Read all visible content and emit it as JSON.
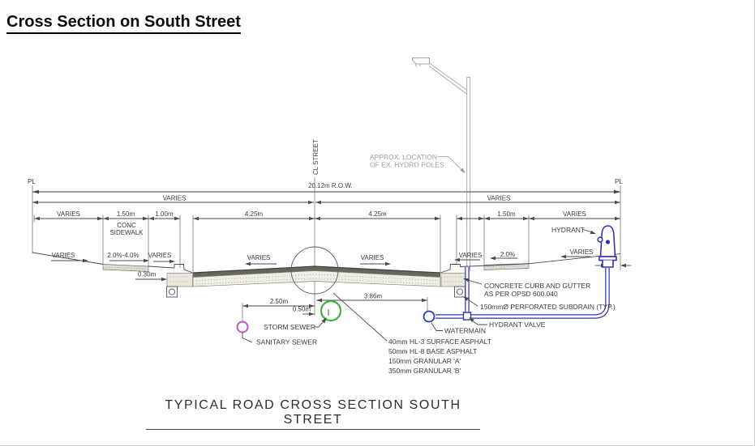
{
  "page": {
    "title": "Cross Section on South Street",
    "caption": "TYPICAL ROAD CROSS SECTION SOUTH STREET"
  },
  "boundaries": {
    "pl_left": "PL",
    "pl_right": "PL",
    "centerline": "CL STREET"
  },
  "dimensions": {
    "right_of_way": "20.12m R.O.W.",
    "half_left": "VARIES",
    "half_right": "VARIES",
    "blvd_outer_left": "VARIES",
    "sidewalk": "1.50m",
    "blvd_inner_left": "1.00m",
    "lane_left": "4.25m",
    "lane_right": "4.25m",
    "blvd_right": "1.50m",
    "blvd_outer_right": "VARIES",
    "curb_width": "0.30m",
    "sanitary_to_cl": "2.50m",
    "cl_to_storm": "0.50m",
    "cl_to_watermain": "3.86m"
  },
  "sidewalk_note": {
    "line1": "CONC",
    "line2": "SIDEWALK"
  },
  "slopes": {
    "outer_left": "VARIES",
    "sidewalk_cross": "2.0%-4.0%",
    "inner_left": "VARIES",
    "pavement_left": "VARIES",
    "pavement_right": "VARIES",
    "inner_right": "VARIES",
    "blvd_right": "2.0%",
    "outer_right": "VARIES"
  },
  "hydro_note": {
    "line1": "APPROX. LOCATION",
    "line2": "OF EX. HYDRO POLES"
  },
  "utilities": {
    "storm": "STORM SEWER",
    "sanitary": "SANITARY SEWER",
    "watermain": "WATERMAIN",
    "hydrant": "HYDRANT",
    "hydrant_valve": "HYDRANT VALVE",
    "subdrain": "150mmØ PERFORATED SUBDRAIN (TYP.)",
    "curb_note_line1": "CONCRETE CURB AND GUTTER",
    "curb_note_line2": "AS PER OPSD 600.040"
  },
  "pavement_notes": [
    "40mm HL-3 SURFACE ASPHALT",
    "50mm HL-8 BASE ASPHALT",
    "150mm GRANULAR 'A'",
    "350mm GRANULAR 'B'"
  ],
  "colors": {
    "watermain_blue": "#3233b0",
    "storm_green": "#3fae47",
    "sanitary_magenta": "#c158c1",
    "hydro_gray": "#9b9b9b"
  }
}
